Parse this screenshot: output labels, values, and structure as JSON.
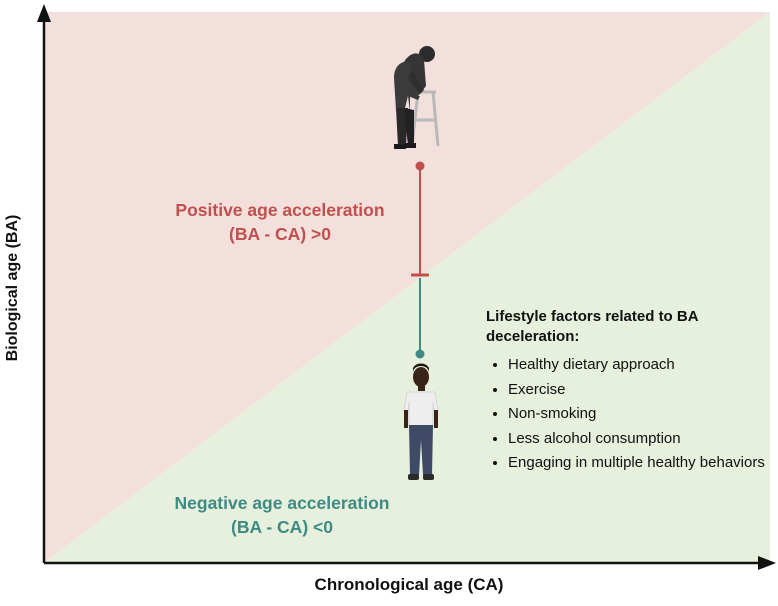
{
  "axes": {
    "y_label": "Biological age (BA)",
    "x_label": "Chronological age (CA)"
  },
  "positive": {
    "line1": "Positive age acceleration",
    "line2": "(BA - CA) >0",
    "color": "#c0504d"
  },
  "negative": {
    "line1": "Negative age acceleration",
    "line2": "(BA - CA) <0",
    "color": "#3d8b85"
  },
  "lifestyle": {
    "heading": "Lifestyle factors related to BA deceleration:",
    "items": [
      "Healthy dietary approach",
      "Exercise",
      "Non-smoking",
      "Less alcohol consumption",
      "Engaging in multiple healthy behaviors"
    ]
  },
  "regions": {
    "upper_fill": "#f3dfdc",
    "lower_fill": "#e6f0dc"
  },
  "icons": {
    "elderly": "elderly-person-walker-icon",
    "young": "young-person-icon"
  }
}
